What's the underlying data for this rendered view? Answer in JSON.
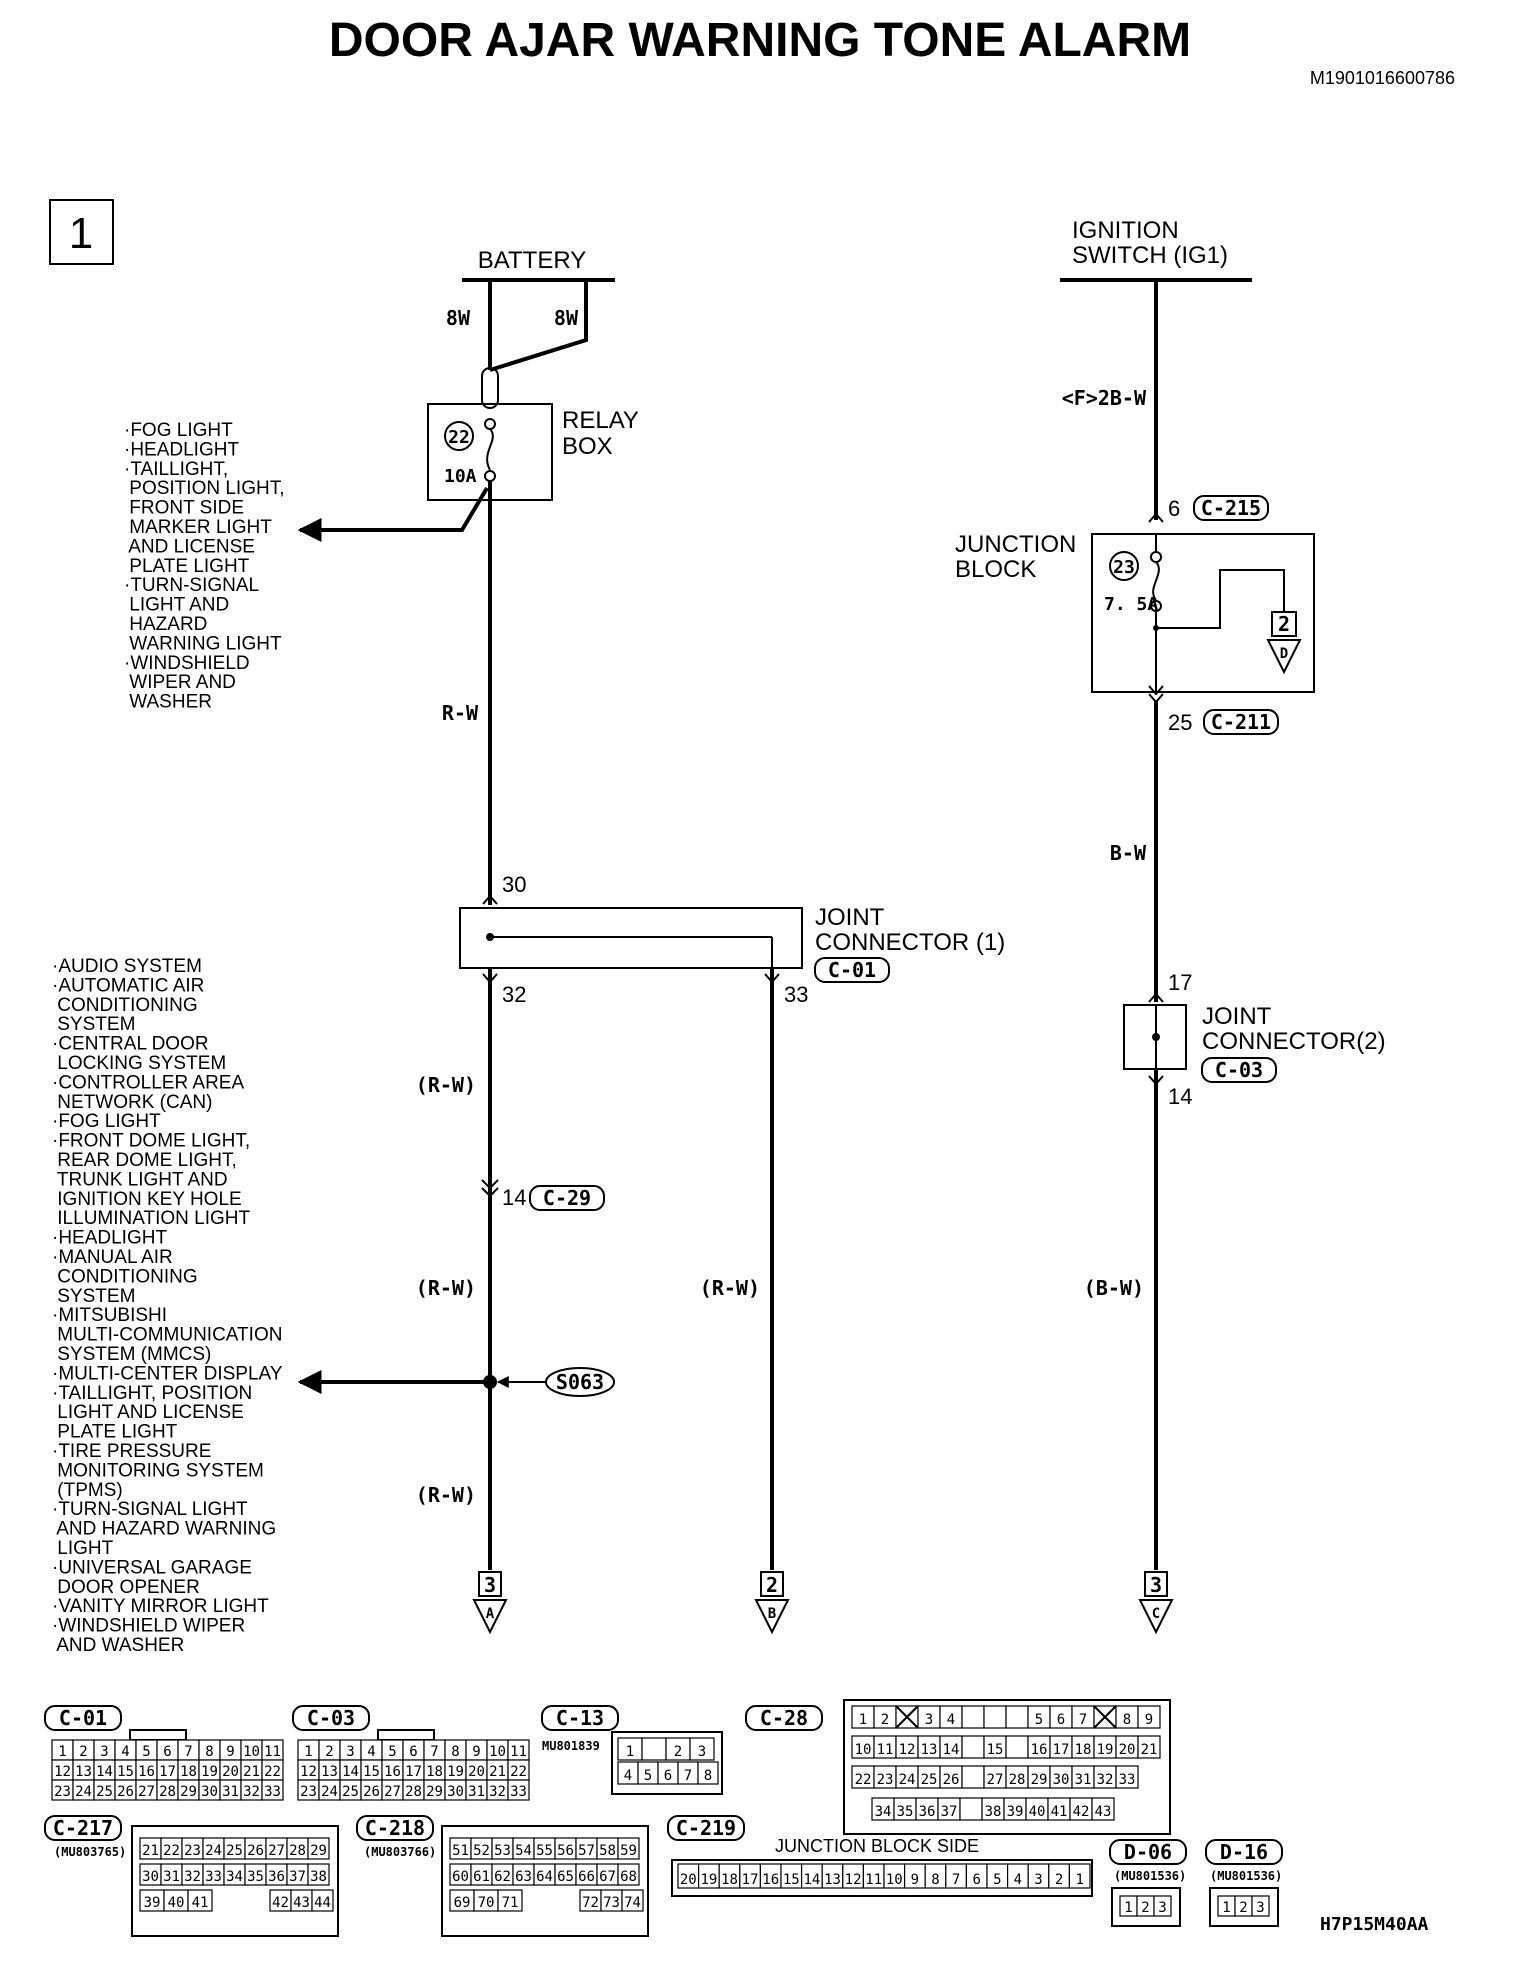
{
  "title": "DOOR AJAR WARNING TONE ALARM",
  "doc_id": "M1901016600786",
  "page_number": "1",
  "battery": {
    "label": "BATTERY",
    "wire_left": "8W",
    "wire_right": "8W"
  },
  "relay_box": {
    "label_line1": "RELAY",
    "label_line2": "BOX",
    "fuse_number": "22",
    "fuse_rating": "10A"
  },
  "relay_branch_list": [
    "·FOG LIGHT",
    "·HEADLIGHT",
    "·TAILLIGHT,",
    " POSITION LIGHT,",
    " FRONT SIDE",
    " MARKER LIGHT",
    " AND LICENSE",
    " PLATE LIGHT",
    "·TURN-SIGNAL",
    " LIGHT AND",
    " HAZARD",
    " WARNING LIGHT",
    "·WINDSHIELD",
    " WIPER AND",
    " WASHER"
  ],
  "ignition": {
    "label_line1": "IGNITION",
    "label_line2": "SWITCH (IG1)",
    "wire": "<F>2B-W"
  },
  "junction_block": {
    "label_line1": "JUNCTION",
    "label_line2": "BLOCK",
    "fuse_number": "23",
    "fuse_rating": "7. 5A",
    "in_pin": "6",
    "in_connector": "C-215",
    "out_pin": "25",
    "out_connector": "C-211",
    "offpage_number": "2",
    "offpage_letter": "D"
  },
  "wires": {
    "left_main": "R-W",
    "left_lower1": "(R-W)",
    "left_lower2": "(R-W)",
    "left_lower3": "(R-W)",
    "middle": "(R-W)",
    "right_upper": "B-W",
    "right_lower": "(B-W)"
  },
  "joint_connector_1": {
    "label_line1": "JOINT",
    "label_line2": "CONNECTOR (1)",
    "connector": "C-01",
    "pin_in": "30",
    "pin_out_left": "32",
    "pin_out_right": "33"
  },
  "connector_c29": {
    "pin": "14",
    "connector": "C-29"
  },
  "splice": "S063",
  "splice_branch_list": [
    "·AUDIO SYSTEM",
    "·AUTOMATIC AIR",
    " CONDITIONING",
    " SYSTEM",
    "·CENTRAL DOOR",
    " LOCKING SYSTEM",
    "·CONTROLLER AREA",
    " NETWORK (CAN)",
    "·FOG LIGHT",
    "·FRONT DOME LIGHT,",
    " REAR DOME LIGHT,",
    " TRUNK LIGHT AND",
    " IGNITION KEY HOLE",
    " ILLUMINATION LIGHT",
    "·HEADLIGHT",
    "·MANUAL AIR",
    " CONDITIONING",
    " SYSTEM",
    "·MITSUBISHI",
    " MULTI-COMMUNICATION",
    " SYSTEM (MMCS)",
    "·MULTI-CENTER DISPLAY",
    "·TAILLIGHT, POSITION",
    " LIGHT AND LICENSE",
    " PLATE LIGHT",
    "·TIRE PRESSURE",
    " MONITORING SYSTEM",
    " (TPMS)",
    "·TURN-SIGNAL LIGHT",
    " AND HAZARD WARNING",
    " LIGHT",
    "·UNIVERSAL GARAGE",
    " DOOR OPENER",
    "·VANITY MIRROR LIGHT",
    "·WINDSHIELD WIPER",
    " AND WASHER"
  ],
  "joint_connector_2": {
    "label_line1": "JOINT",
    "label_line2": "CONNECTOR(2)",
    "connector": "C-03",
    "pin_in": "17",
    "pin_out": "14"
  },
  "offpage": {
    "A": {
      "number": "3",
      "letter": "A"
    },
    "B": {
      "number": "2",
      "letter": "B"
    },
    "C": {
      "number": "3",
      "letter": "C"
    }
  },
  "connectors": {
    "c01": {
      "label": "C-01",
      "rows": [
        [
          "1",
          "2",
          "3",
          "4",
          "5",
          "6",
          "7",
          "8",
          "9",
          "10",
          "11"
        ],
        [
          "12",
          "13",
          "14",
          "15",
          "16",
          "17",
          "18",
          "19",
          "20",
          "21",
          "22"
        ],
        [
          "23",
          "24",
          "25",
          "26",
          "27",
          "28",
          "29",
          "30",
          "31",
          "32",
          "33"
        ]
      ]
    },
    "c03": {
      "label": "C-03",
      "rows": [
        [
          "1",
          "2",
          "3",
          "4",
          "5",
          "6",
          "7",
          "8",
          "9",
          "10",
          "11"
        ],
        [
          "12",
          "13",
          "14",
          "15",
          "16",
          "17",
          "18",
          "19",
          "20",
          "21",
          "22"
        ],
        [
          "23",
          "24",
          "25",
          "26",
          "27",
          "28",
          "29",
          "30",
          "31",
          "32",
          "33"
        ]
      ]
    },
    "c13": {
      "label": "C-13",
      "part": "MU801839",
      "rows": [
        [
          "1",
          "",
          "2",
          "3"
        ],
        [
          "4",
          "5",
          "6",
          "7",
          "8"
        ]
      ]
    },
    "c28": {
      "label": "C-28"
    },
    "c28_rows": [
      [
        "1",
        "2",
        "X",
        "3",
        "4",
        "",
        "",
        "",
        "5",
        "6",
        "7",
        "X",
        "8",
        "9"
      ],
      [
        "10",
        "11",
        "12",
        "13",
        "14",
        "",
        "15",
        "",
        "16",
        "17",
        "18",
        "19",
        "20",
        "21"
      ],
      [
        "22",
        "23",
        "24",
        "25",
        "26",
        "",
        "27",
        "28",
        "29",
        "30",
        "31",
        "32",
        "33"
      ],
      [
        "34",
        "35",
        "36",
        "37",
        "",
        "38",
        "39",
        "40",
        "41",
        "42",
        "43"
      ]
    ],
    "c217": {
      "label": "C-217",
      "part": "MU803765",
      "rows": [
        [
          "21",
          "22",
          "23",
          "24",
          "25",
          "26",
          "27",
          "28",
          "29"
        ],
        [
          "30",
          "31",
          "32",
          "33",
          "34",
          "35",
          "36",
          "37",
          "38"
        ],
        [
          "39",
          "40",
          "41",
          "42",
          "43",
          "44"
        ]
      ]
    },
    "c218": {
      "label": "C-218",
      "part": "MU803766",
      "rows": [
        [
          "51",
          "52",
          "53",
          "54",
          "55",
          "56",
          "57",
          "58",
          "59"
        ],
        [
          "60",
          "61",
          "62",
          "63",
          "64",
          "65",
          "66",
          "67",
          "68"
        ],
        [
          "69",
          "70",
          "71",
          "72",
          "73",
          "74"
        ]
      ]
    },
    "c219": {
      "label": "C-219",
      "side_label": "JUNCTION BLOCK SIDE",
      "row": [
        "20",
        "19",
        "18",
        "17",
        "16",
        "15",
        "14",
        "13",
        "12",
        "11",
        "10",
        "9",
        "8",
        "7",
        "6",
        "5",
        "4",
        "3",
        "2",
        "1"
      ]
    },
    "d06": {
      "label": "D-06",
      "part": "MU801536",
      "row": [
        "1",
        "2",
        "3"
      ]
    },
    "d16": {
      "label": "D-16",
      "part": "MU801536",
      "row": [
        "1",
        "2",
        "3"
      ]
    }
  },
  "figure_code": "H7P15M40AA"
}
